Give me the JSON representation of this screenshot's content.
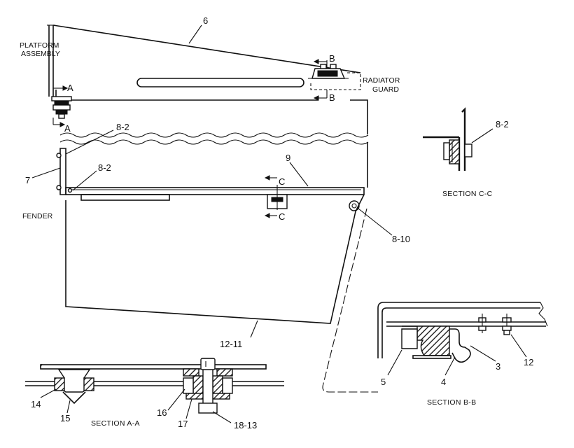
{
  "callouts": {
    "platform_line1": "PLATFORM",
    "platform_line2": "ASSEMBLY",
    "radiator_line1": "RADIATOR",
    "radiator_line2": "GUARD",
    "fender": "FENDER",
    "n6": "6",
    "n7": "7",
    "n8_2_top": "8-2",
    "n8_2_mid": "8-2",
    "n8_2_cc": "8-2",
    "n9": "9",
    "n8_10": "8-10",
    "n12_11": "12-11",
    "n14": "14",
    "n15": "15",
    "n16": "16",
    "n17": "17",
    "n18_13": "18-13",
    "n5": "5",
    "n4": "4",
    "n3": "3",
    "n12": "12"
  },
  "section_marks": {
    "a_top": "A",
    "a_bottom": "A",
    "b_top": "B",
    "b_bottom": "B",
    "c_top": "C",
    "c_bottom": "C"
  },
  "section_titles": {
    "aa": "SECTION A-A",
    "bb": "SECTION B-B",
    "cc": "SECTION C-C"
  }
}
